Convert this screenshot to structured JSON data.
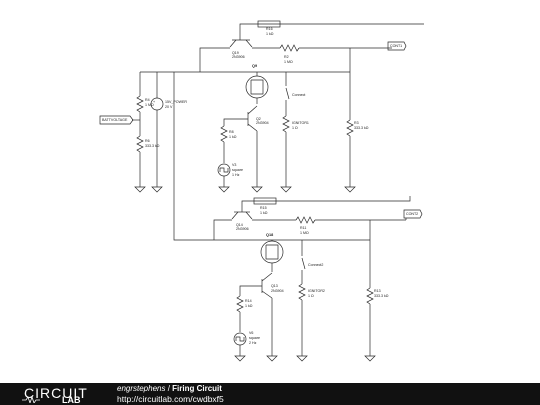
{
  "footer": {
    "logo_text": "CIRCUIT",
    "logo_sub": "LAB",
    "author": "engrstephens",
    "separator": " / ",
    "title": "Firing Circuit",
    "url": "http://circuitlab.com/cwdbxf5"
  },
  "stage1": {
    "r16": {
      "name": "R16",
      "value": "1 kΩ"
    },
    "q19": {
      "name": "Q19",
      "part": "2N3906"
    },
    "r2": {
      "name": "R2",
      "value": "1 MΩ"
    },
    "cont1": "CONT1",
    "q9": "Q9",
    "r4": {
      "name": "R4",
      "value": "1 MΩ"
    },
    "batt": {
      "name": "15V_POWER",
      "value": "20 V"
    },
    "battvoltage": "BATTVOLTAGE",
    "r6": {
      "name": "R6",
      "value": "333.3 kΩ"
    },
    "connect": "Connect",
    "q2": {
      "name": "Q2",
      "part": "2N3904"
    },
    "r8": {
      "name": "R8",
      "value": "1 kΩ"
    },
    "ignitor": {
      "name": "IGNITOR1",
      "value": "1 Ω"
    },
    "r3": {
      "name": "R3",
      "value": "333.3 kΩ"
    },
    "v3": {
      "name": "V3",
      "type": "square",
      "freq": "1 Hz"
    }
  },
  "stage2": {
    "r15": {
      "name": "R15",
      "value": "1 kΩ"
    },
    "q14": {
      "name": "Q14",
      "part": "2N3906"
    },
    "r11": {
      "name": "R11",
      "value": "1 MΩ"
    },
    "cont2": "CONT2",
    "q18": "Q18",
    "connect": "Connect2",
    "q13": {
      "name": "Q13",
      "part": "2N3904"
    },
    "r14": {
      "name": "R14",
      "value": "1 kΩ"
    },
    "ignitor": {
      "name": "IGNITOR2",
      "value": "1 Ω"
    },
    "r13": {
      "name": "R13",
      "value": "333.3 kΩ"
    },
    "v6": {
      "name": "V6",
      "type": "square",
      "freq": "2 Hz"
    }
  }
}
